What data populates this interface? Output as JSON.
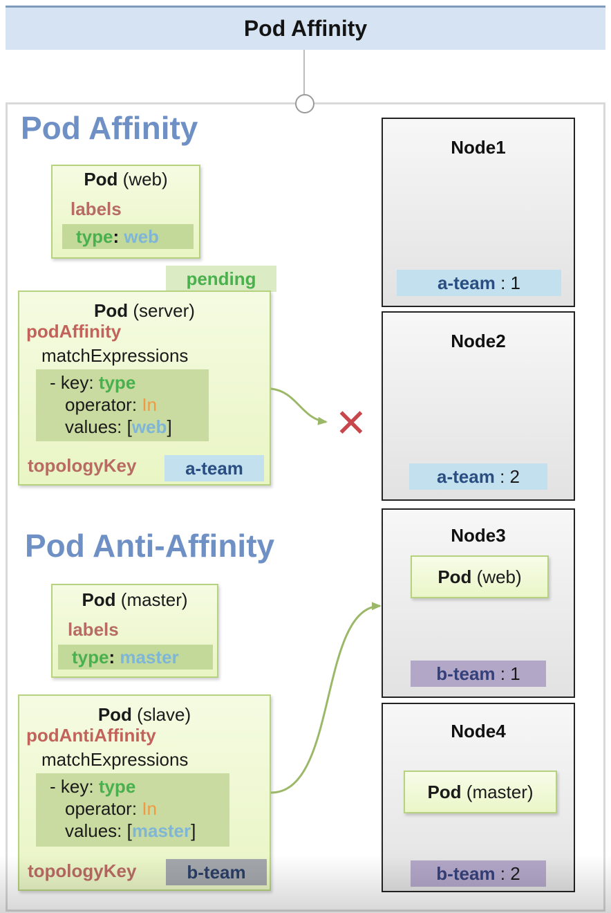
{
  "header": {
    "title": "Pod Affinity"
  },
  "affinity": {
    "title": "Pod Affinity",
    "web_pod": {
      "pod": "Pod",
      "name": "(web)",
      "labels": "labels",
      "key": "type",
      "colon": ":",
      "value": "web"
    },
    "pending": "pending",
    "server_pod": {
      "pod": "Pod",
      "name": "(server)",
      "rule": "podAffinity",
      "match": "matchExpressions",
      "dash_key": "- key:",
      "key_value": "type",
      "operator": "operator:",
      "operator_value": "In",
      "values": "values:",
      "bracket_open": "[",
      "values_value": "web",
      "bracket_close": "]",
      "topology_key": "topologyKey",
      "topology_value": "a-team"
    },
    "reject_symbol": "✕"
  },
  "anti_affinity": {
    "title": "Pod Anti-Affinity",
    "master_pod": {
      "pod": "Pod",
      "name": "(master)",
      "labels": "labels",
      "key": "type",
      "colon": ":",
      "value": "master"
    },
    "slave_pod": {
      "pod": "Pod",
      "name": "(slave)",
      "rule": "podAntiAffinity",
      "match": "matchExpressions",
      "dash_key": "- key:",
      "key_value": "type",
      "operator": "operator:",
      "operator_value": "In",
      "values": "values:",
      "bracket_open": "[",
      "values_value": "master",
      "bracket_close": "]",
      "topology_key": "topologyKey",
      "topology_value": "b-team"
    }
  },
  "nodes": [
    {
      "name": "Node1",
      "label_key": "a-team",
      "label_value": ": 1"
    },
    {
      "name": "Node2",
      "label_key": "a-team",
      "label_value": ": 2"
    },
    {
      "name": "Node3",
      "pod": "Pod",
      "pod_name": "(web)",
      "label_key": "b-team",
      "label_value": ": 1"
    },
    {
      "name": "Node4",
      "pod": "Pod",
      "pod_name": "(master)",
      "label_key": "b-team",
      "label_value": ": 2"
    }
  ],
  "colors": {
    "title_blue": "#6f90c4",
    "pod_fill": "#eaf5c8",
    "pod_border": "#b6d27e",
    "keyword_red": "#c2625a",
    "value_green": "#4ab04e",
    "value_blue": "#7fb6d6",
    "operator_orange": "#f09a43",
    "a_team_tag": "#c3e0ee",
    "b_team_tag": "#b3a7c8",
    "arrow": "#9bb868",
    "reject": "#c8474d"
  }
}
